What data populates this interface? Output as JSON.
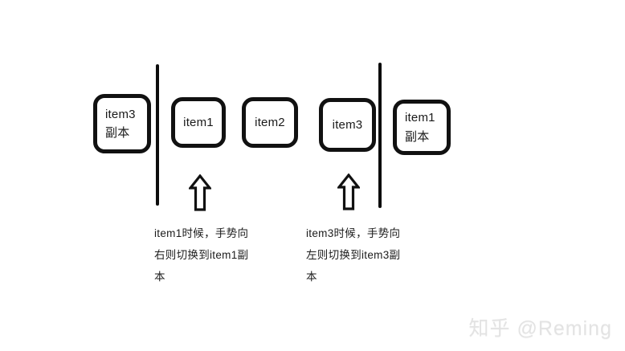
{
  "diagram": {
    "title": "viewpager-gesture-switch-diagram",
    "background_color": "#ffffff",
    "stroke_color": "#111111",
    "boxes": [
      {
        "id": "item3-copy",
        "line1": "item3",
        "line2": "副本",
        "lines": 2,
        "position": "offscreen-left"
      },
      {
        "id": "item1",
        "line1": "item1",
        "line2": "",
        "lines": 1,
        "position": "visible"
      },
      {
        "id": "item2",
        "line1": "item2",
        "line2": "",
        "lines": 1,
        "position": "visible"
      },
      {
        "id": "item3",
        "line1": "item3",
        "line2": "",
        "lines": 1,
        "position": "visible"
      },
      {
        "id": "item1-copy",
        "line1": "item1",
        "line2": "副本",
        "lines": 2,
        "position": "offscreen-right"
      }
    ],
    "dividers": [
      {
        "id": "left-boundary"
      },
      {
        "id": "right-boundary"
      }
    ],
    "arrows": [
      {
        "id": "arrow-pointing-at-item1",
        "direction": "up"
      },
      {
        "id": "arrow-pointing-at-item3",
        "direction": "up"
      }
    ],
    "captions": [
      {
        "id": "caption-item1",
        "line1": "item1时候，手势向",
        "line2": "右则切换到item1副",
        "line3": "本"
      },
      {
        "id": "caption-item3",
        "line1": "item3时候，手势向",
        "line2": "左则切换到item3副",
        "line3": "本"
      }
    ]
  },
  "watermark": {
    "text": "知乎 @Reming",
    "color": "#e3e3e3"
  }
}
